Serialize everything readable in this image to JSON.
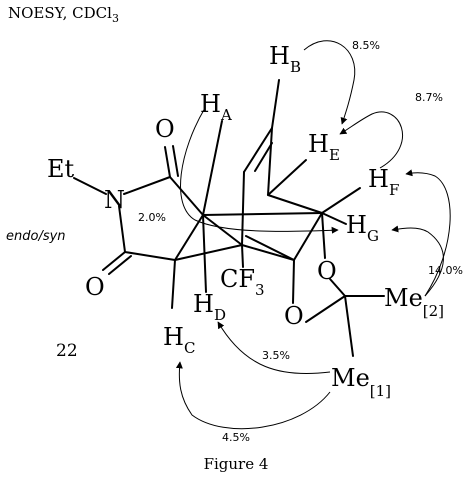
{
  "title": {
    "text": "NOESY, CDCl",
    "sub": "3"
  },
  "atoms": {
    "Et": "Et",
    "N": "N",
    "O_top": "O",
    "O_bottom": "O",
    "O_ring": "O",
    "O_ring2": "O",
    "CF3": {
      "main": "CF",
      "sub": "3"
    },
    "HA": {
      "main": "H",
      "sub": "A"
    },
    "HB": {
      "main": "H",
      "sub": "B"
    },
    "HC": {
      "main": "H",
      "sub": "C"
    },
    "HD": {
      "main": "H",
      "sub": "D"
    },
    "HE": {
      "main": "H",
      "sub": "E"
    },
    "HF": {
      "main": "H",
      "sub": "F"
    },
    "HG": {
      "main": "H",
      "sub": "G"
    },
    "Me1": {
      "main": "Me",
      "sub": "[1]"
    },
    "Me2": {
      "main": "Me",
      "sub": "[2]"
    }
  },
  "noe": {
    "B_E": "8.5%",
    "F_E": "8.7%",
    "A_G": "2.0%",
    "Me2_FG": "14.0%",
    "Me1_D": "3.5%",
    "Me1_C": "4.5%"
  },
  "stereo_label": "endo/syn",
  "compound_number": "22",
  "caption": "Figure 4"
}
